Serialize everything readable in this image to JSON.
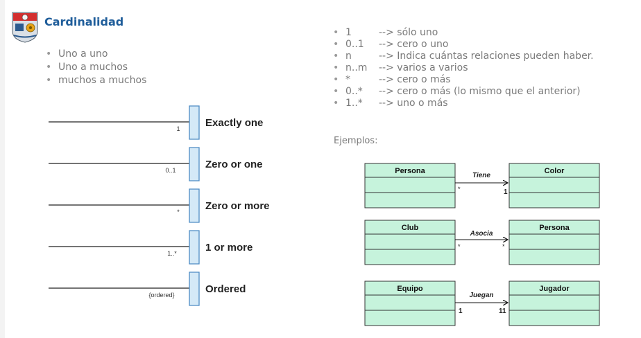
{
  "header": {
    "title": "Cardinalidad",
    "logo_icon": "espol-shield-logo-icon"
  },
  "left_bullets": [
    "Uno a uno",
    "Uno a muchos",
    "muchos a muchos"
  ],
  "notation_rows": [
    {
      "mult": "1",
      "label": "Exactly one"
    },
    {
      "mult": "0..1",
      "label": "Zero or one"
    },
    {
      "mult": "*",
      "label": "Zero or more"
    },
    {
      "mult": "1..*",
      "label": "1 or more"
    },
    {
      "mult": "{ordered}",
      "label": "Ordered"
    }
  ],
  "right_bullets": [
    {
      "sym": "1",
      "desc": "--> sólo uno"
    },
    {
      "sym": "0..1",
      "desc": "--> cero o uno"
    },
    {
      "sym": "n",
      "desc": "--> Indica cuántas relaciones pueden haber."
    },
    {
      "sym": "n..m",
      "desc": "--> varios a varios"
    },
    {
      "sym": "*",
      "desc": "--> cero o más"
    },
    {
      "sym": "0..*",
      "desc": "--> cero o más (lo mismo que el anterior)"
    },
    {
      "sym": "1..*",
      "desc": "--> uno o más"
    }
  ],
  "examples_label": "Ejemplos:",
  "examples": [
    {
      "left": "Persona",
      "right": "Color",
      "assoc": "Tiene",
      "left_mult": "*",
      "right_mult": "1"
    },
    {
      "left": "Club",
      "right": "Persona",
      "assoc": "Asocia",
      "left_mult": "*",
      "right_mult": "*"
    },
    {
      "left": "Equipo",
      "right": "Jugador",
      "assoc": "Juegan",
      "left_mult": "1",
      "right_mult": "11"
    }
  ],
  "colors": {
    "title": "#1f5d9a",
    "class_fill": "#c6f3dc",
    "class_fill_top": "#cdf5e0",
    "bracket_fill": "#d4e9f7",
    "bracket_stroke": "#4d8cc4"
  }
}
